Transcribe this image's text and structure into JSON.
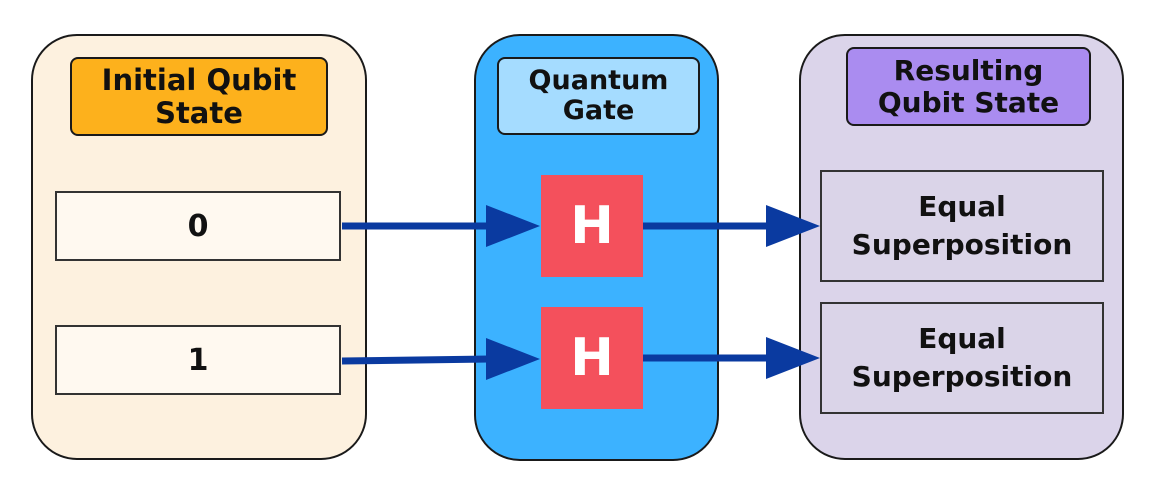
{
  "colors": {
    "input_panel": "#fdf1df",
    "input_title": "#fdb11c",
    "gate_panel": "#3cb2ff",
    "gate_title": "#a5dcff",
    "gate_block": "#f4505c",
    "output_panel": "#dbd4ea",
    "output_title": "#aa8cf0",
    "arrow": "#0a3aa0"
  },
  "input_panel": {
    "title": "Initial Qubit\nState",
    "states": [
      "0",
      "1"
    ]
  },
  "gate_panel": {
    "title": "Quantum\nGate",
    "gates": [
      "H",
      "H"
    ]
  },
  "output_panel": {
    "title": "Resulting\nQubit State",
    "states": [
      "Equal\nSuperposition",
      "Equal\nSuperposition"
    ]
  }
}
